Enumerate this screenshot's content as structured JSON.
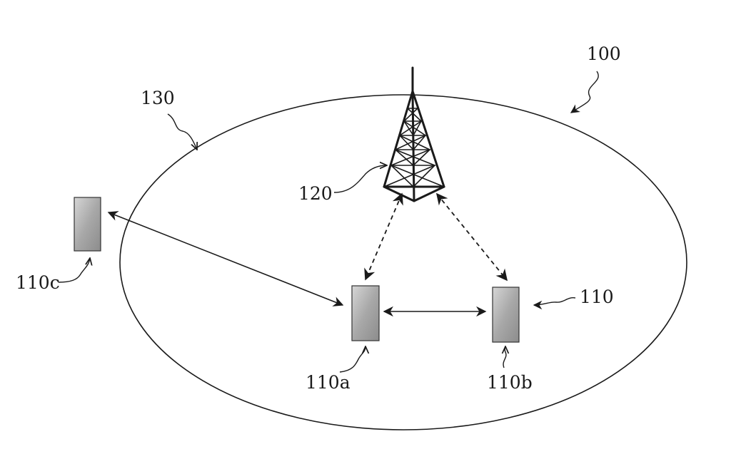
{
  "labels": {
    "system": "100",
    "coverage_area": "130",
    "base_station": "120",
    "ue_group": "110",
    "ue_a": "110a",
    "ue_b": "110b",
    "ue_c": "110c"
  },
  "colors": {
    "line": "#1a1a1a",
    "device_light": "#d9d9d9",
    "device_dark": "#8a8a8a"
  },
  "icons": {
    "base_station": "cell-tower-icon",
    "user_equipment": "mobile-device-icon"
  }
}
